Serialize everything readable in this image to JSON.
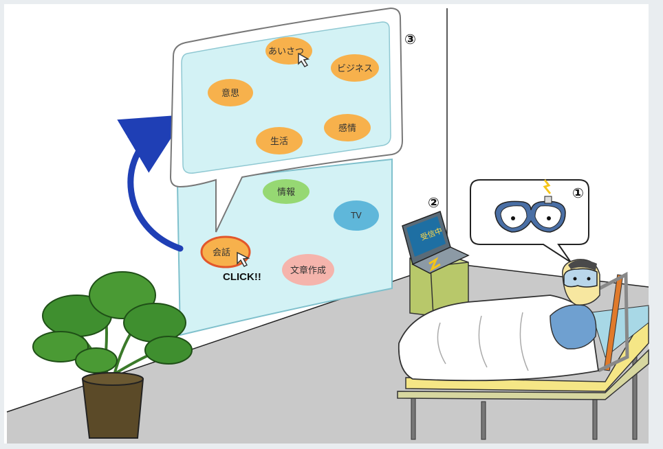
{
  "markers": {
    "goggles": "①",
    "pc": "②",
    "menu": "③"
  },
  "lower_menu": {
    "items": [
      "情報",
      "TV",
      "会話",
      "文章作成"
    ],
    "click_label": "CLICK!!"
  },
  "upper_menu": {
    "items": [
      "あいさつ",
      "ビジネス",
      "意思",
      "生活",
      "感情"
    ]
  },
  "monitor_text": "受信中",
  "colors": {
    "screen_fill": "#d3f2f5",
    "bubble_orange": "#f7b14c",
    "bubble_green": "#96d873",
    "bubble_blue": "#5fb7da",
    "bubble_pink": "#f5b4ac",
    "arrow_blue": "#1f3fb5",
    "wall": "#ffffff",
    "floor": "#c8c8c8"
  }
}
